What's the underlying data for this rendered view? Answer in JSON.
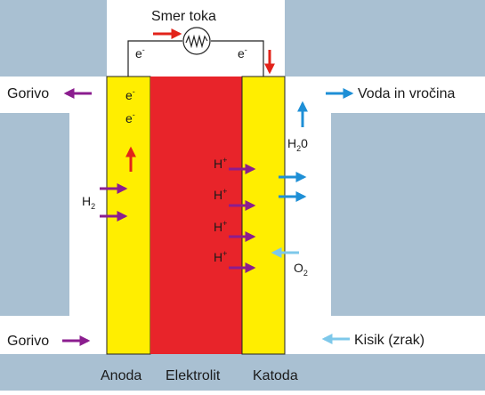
{
  "colors": {
    "background": "#ffffff",
    "channel_blue": "#a9c0d2",
    "anode_yellow": "#ffee00",
    "electrolyte_red": "#e8242a",
    "electron_arrow_red": "#e2231a",
    "proton_arrow_purple": "#8b1d8f",
    "water_arrow_blue": "#1e8fd6",
    "oxygen_arrow_lightblue": "#7ec8ea"
  },
  "circuit": {
    "title": "Smer toka",
    "electron_left": "e",
    "electron_right": "e",
    "superscript_minus": "-",
    "load_icon": "resistor-circle-icon"
  },
  "anode_side": {
    "fuel_out_label": "Gorivo",
    "fuel_in_label": "Gorivo",
    "h2_base": "H",
    "h2_sub": "2",
    "electron_1": "e",
    "electron_2": "e",
    "superscript_minus": "-"
  },
  "cathode_side": {
    "water_heat_label": "Voda in vročina",
    "water_base": "H",
    "water_sub": "2",
    "water_tail": "0",
    "oxygen_base": "O",
    "oxygen_sub": "2",
    "air_in_label": "Kisik (zrak)"
  },
  "protons": {
    "symbol": "H",
    "charge": "+"
  },
  "bottom_labels": {
    "anode": "Anoda",
    "electrolyte": "Elektrolit",
    "cathode": "Katoda"
  }
}
